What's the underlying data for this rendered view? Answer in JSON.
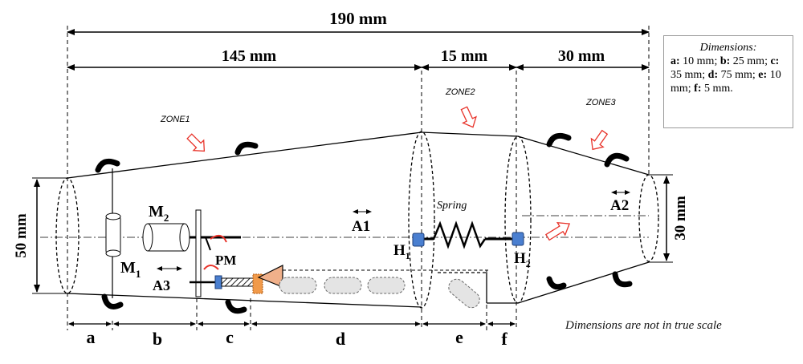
{
  "dimensions_top": {
    "total": "190 mm",
    "zone1_length": "145 mm",
    "zone2_length": "15 mm",
    "zone3_length": "30 mm"
  },
  "heights": {
    "left": "50 mm",
    "right": "30 mm"
  },
  "zones": [
    "ZONE1",
    "ZONE2",
    "ZONE3"
  ],
  "components": {
    "m1_main": "M",
    "m1_sub": "1",
    "m2_main": "M",
    "m2_sub": "2",
    "pm": "PM",
    "a1": "A1",
    "a2": "A2",
    "a3": "A3",
    "spring": "Spring",
    "h1_main": "H",
    "h1_sub": "1",
    "h2_main": "H",
    "h2_sub": "2"
  },
  "bottom_dims": [
    "a",
    "b",
    "c",
    "d",
    "e",
    "f"
  ],
  "legend": {
    "title": "Dimensions:",
    "items": [
      {
        "key": "a:",
        "value": "10 mm;"
      },
      {
        "key": "b:",
        "value": "25 mm;"
      },
      {
        "key": "c:",
        "value": "35 mm;"
      },
      {
        "key": "d:",
        "value": "75 mm;"
      },
      {
        "key": "e:",
        "value": "10 mm;"
      },
      {
        "key": "f:",
        "value": "5 mm."
      }
    ]
  },
  "note": "Dimensions are not in true scale",
  "colors": {
    "arrow_red": "#e8332a",
    "connector_blue": "#4a7fd0",
    "cone_orange": "#f0b08a",
    "nut_orange": "#f19a4a"
  }
}
